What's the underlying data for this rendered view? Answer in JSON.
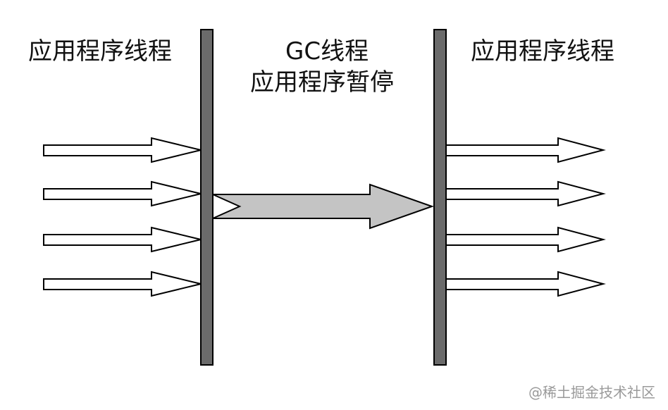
{
  "labels": {
    "left_threads": "应用程序线程",
    "gc_thread": "GC线程",
    "app_paused": "应用程序暂停",
    "right_threads": "应用程序线程"
  },
  "watermark": "@稀土掘金技术社区",
  "arrows": {
    "left_count": 4,
    "right_count": 4
  },
  "colors": {
    "barrier": "#6b6b6b",
    "gc_arrow": "#c4c4c4",
    "thread_arrow": "#ffffff",
    "stroke": "#000000"
  }
}
